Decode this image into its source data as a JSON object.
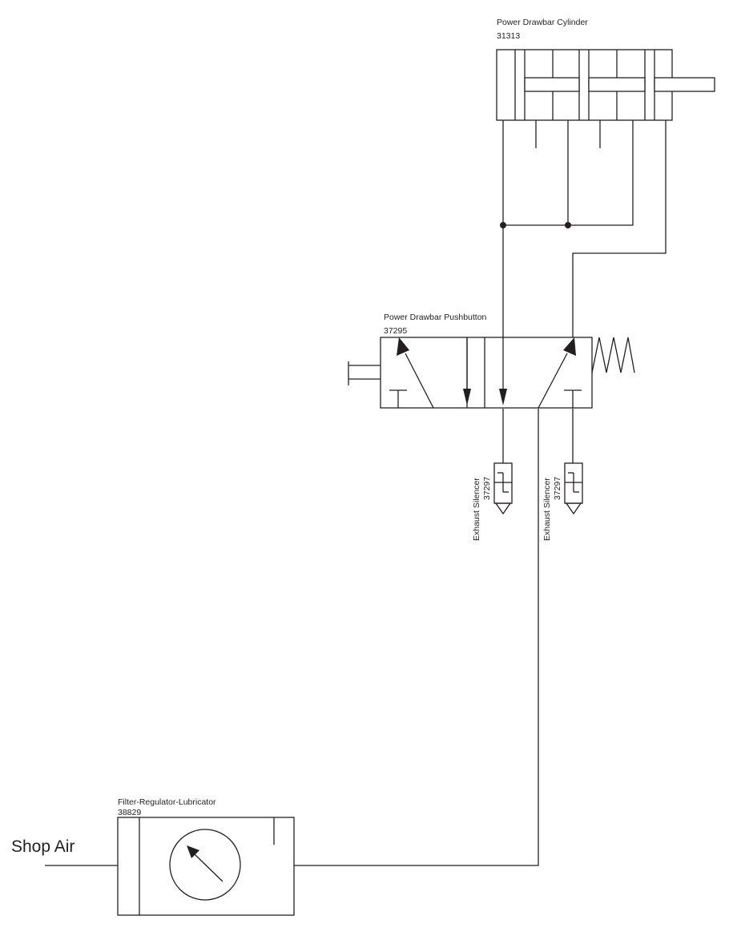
{
  "cylinder": {
    "name": "Power Drawbar Cylinder",
    "part_no": "31313"
  },
  "pushbutton": {
    "name": "Power Drawbar Pushbutton",
    "part_no": "37295"
  },
  "silencer_left": {
    "name": "Exhaust Silencer",
    "part_no": "37297"
  },
  "silencer_right": {
    "name": "Exhaust Silencer",
    "part_no": "37297"
  },
  "frl": {
    "name": "Filter-Regulator-Lubricator",
    "part_no": "38829"
  },
  "supply": {
    "label": "Shop Air"
  },
  "colors": {
    "line": "#231f20",
    "background": "#ffffff"
  }
}
